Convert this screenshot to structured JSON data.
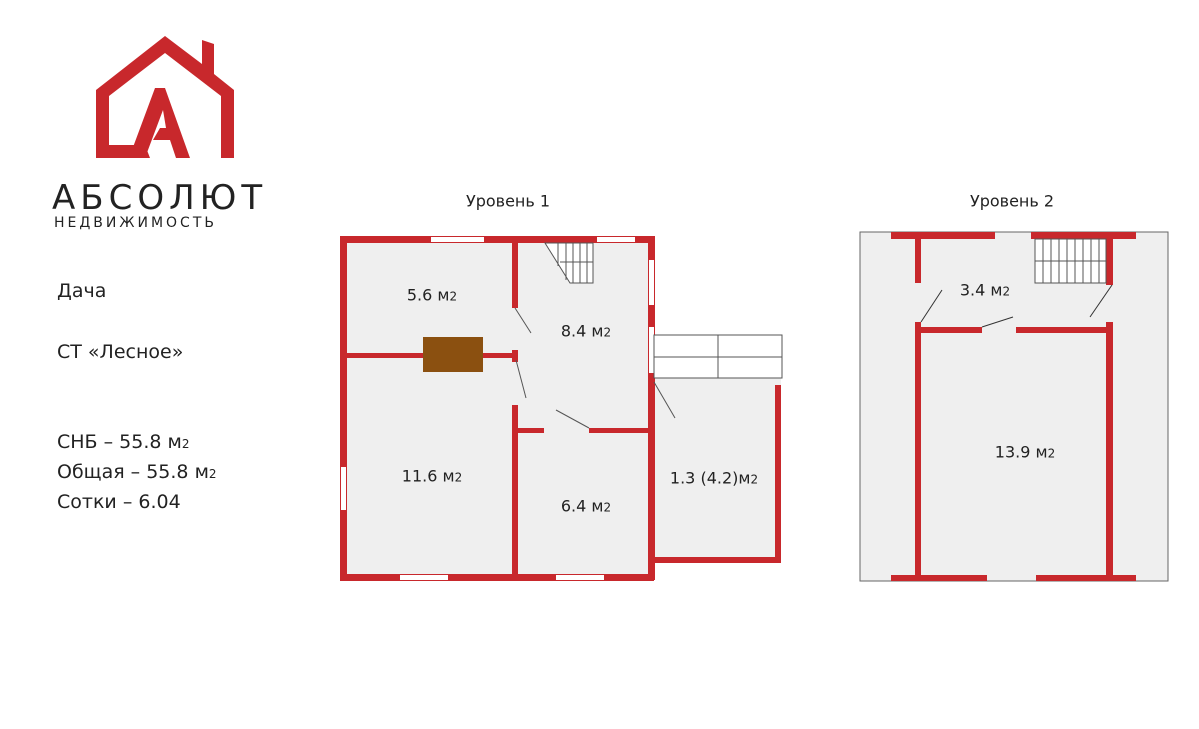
{
  "logo": {
    "name": "АБСОЛЮТ",
    "subtitle": "НЕДВИЖИМОСТЬ",
    "color": "#c8282c"
  },
  "property": {
    "type": "Дача",
    "location": "СТ «Лесное»",
    "stats": [
      {
        "label": "СНБ – 55.8",
        "unit": "м",
        "sup": "2"
      },
      {
        "label": "Общая – 55.8",
        "unit": "м",
        "sup": "2"
      },
      {
        "label": "Сотки – 6.04",
        "unit": "",
        "sup": ""
      }
    ]
  },
  "levels": [
    {
      "title": "Уровень 1",
      "rooms": [
        {
          "area": "5.6 м",
          "sup": "2"
        },
        {
          "area": "8.4 м",
          "sup": "2"
        },
        {
          "area": "11.6 м",
          "sup": "2"
        },
        {
          "area": "6.4 м",
          "sup": "2"
        },
        {
          "area": "1.3 (4.2)м",
          "sup": "2"
        }
      ]
    },
    {
      "title": "Уровень 2",
      "rooms": [
        {
          "area": "3.4 м",
          "sup": "2"
        },
        {
          "area": "13.9 м",
          "sup": "2"
        }
      ]
    }
  ],
  "colors": {
    "wall": "#c8282c",
    "floor": "#efefef",
    "stove": "#8b5010"
  }
}
